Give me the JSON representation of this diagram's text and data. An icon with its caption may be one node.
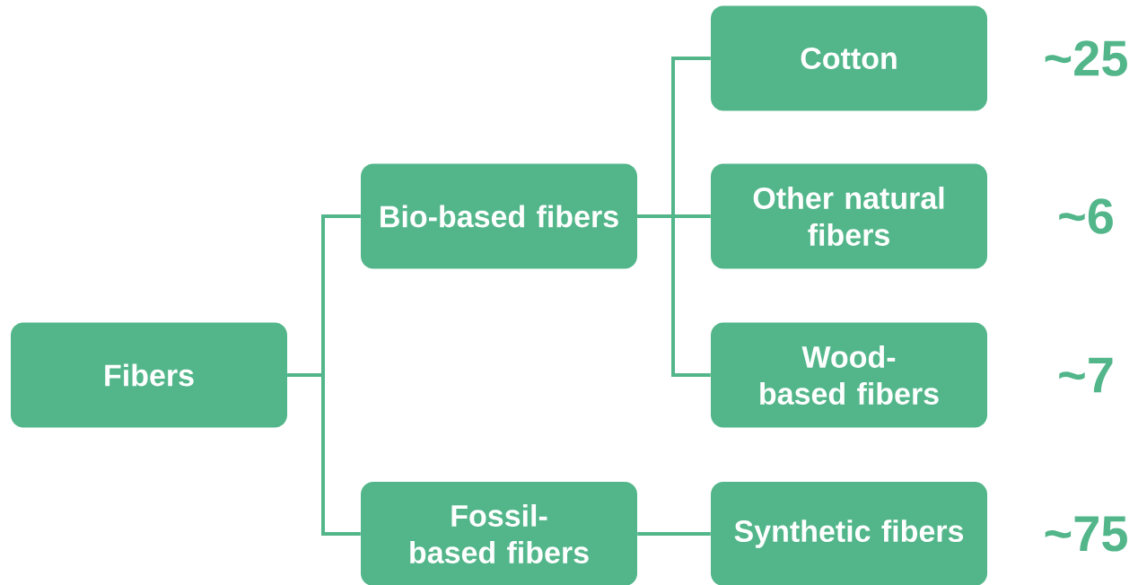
{
  "diagram": {
    "nodes": [
      {
        "text": [
          "Fibers"
        ]
      },
      {
        "text": [
          "Bio-based fibers"
        ]
      },
      {
        "text": [
          "Fossil-based fibers"
        ]
      },
      {
        "text": [
          "Cotton"
        ],
        "beside": [
          "~25"
        ]
      },
      {
        "text": [
          "Other natural fibers"
        ],
        "beside": [
          "~6"
        ]
      },
      {
        "text": [
          "Wood-based fibers"
        ],
        "beside": [
          "~7"
        ]
      },
      {
        "text": [
          "Synthetic fibers"
        ],
        "beside": [
          "~75"
        ]
      }
    ],
    "edges": [
      {
        "from": 0,
        "to": 1,
        "arrow": "none"
      },
      {
        "from": 0,
        "to": 2,
        "arrow": "none"
      },
      {
        "from": 1,
        "to": 3,
        "arrow": "none"
      },
      {
        "from": 1,
        "to": 4,
        "arrow": "none"
      },
      {
        "from": 1,
        "to": 5,
        "arrow": "none"
      },
      {
        "from": 2,
        "to": 6,
        "arrow": "none"
      }
    ]
  }
}
